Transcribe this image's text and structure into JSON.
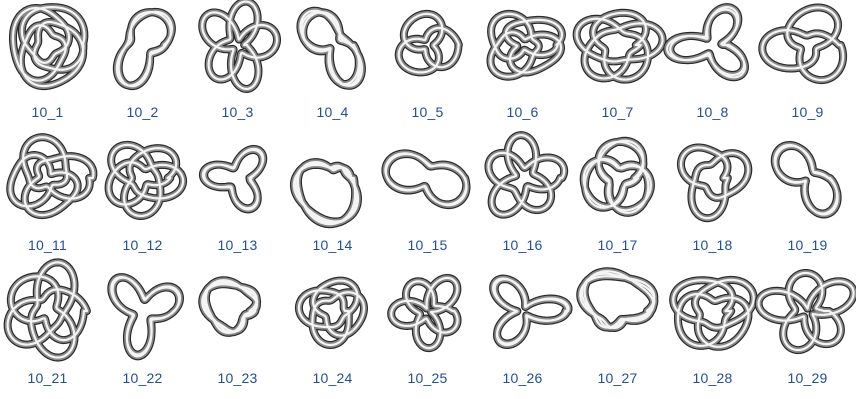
{
  "knots": [
    {
      "label": "10_1"
    },
    {
      "label": "10_2"
    },
    {
      "label": "10_3"
    },
    {
      "label": "10_4"
    },
    {
      "label": "10_5"
    },
    {
      "label": "10_6"
    },
    {
      "label": "10_7"
    },
    {
      "label": "10_8"
    },
    {
      "label": "10_9"
    },
    {
      "label": "10_11"
    },
    {
      "label": "10_12"
    },
    {
      "label": "10_13"
    },
    {
      "label": "10_14"
    },
    {
      "label": "10_15"
    },
    {
      "label": "10_16"
    },
    {
      "label": "10_17"
    },
    {
      "label": "10_18"
    },
    {
      "label": "10_19"
    },
    {
      "label": "10_21"
    },
    {
      "label": "10_22"
    },
    {
      "label": "10_23"
    },
    {
      "label": "10_24"
    },
    {
      "label": "10_25"
    },
    {
      "label": "10_26"
    },
    {
      "label": "10_27"
    },
    {
      "label": "10_28"
    },
    {
      "label": "10_29"
    }
  ],
  "colors": {
    "label": "#1f4e9a",
    "rope_edge": "#2a2a2a",
    "rope_body": "#8a8a8a",
    "rope_highlight": "#f4f4f4",
    "background": "#ffffff"
  }
}
